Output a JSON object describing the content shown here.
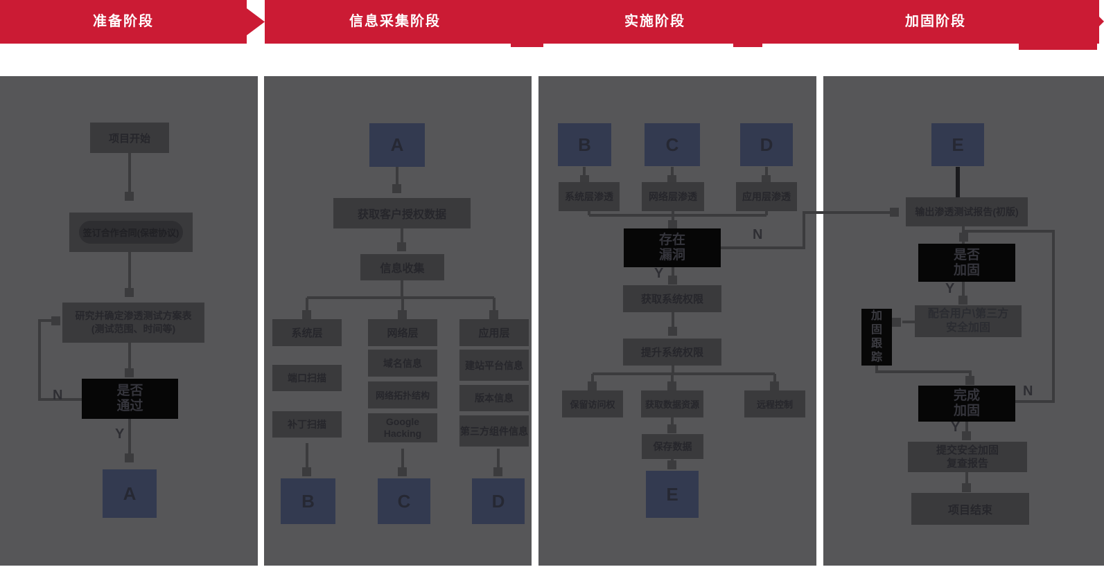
{
  "banner": {
    "phases": [
      "准备阶段",
      "信息采集阶段",
      "实施阶段",
      "加固阶段"
    ]
  },
  "labels": {
    "yes": "Y",
    "no": "N"
  },
  "connectors": {
    "a": "A",
    "b": "B",
    "c": "C",
    "d": "D",
    "e": "E"
  },
  "colors": {
    "banner_red": "#cb1b34",
    "column_bg": "#565658",
    "box_bg": "#3a3a3c",
    "decision_bg": "#060606",
    "connector_tag_bg": "#333a50",
    "wire": "#3b3b3d"
  },
  "col1": {
    "start": "项目开始",
    "contract": "签订合作合同(保密协议)",
    "plan": "研究并确定渗透测试方案表\n(测试范围、时间等)",
    "decision_pass": "是否\n通过"
  },
  "col2": {
    "auth": "获取客户授权数据",
    "collect": "信息收集",
    "branches": [
      {
        "title": "系统层",
        "items": [
          "端口扫描",
          "补丁扫描"
        ]
      },
      {
        "title": "网络层",
        "items": [
          "域名信息",
          "网络拓扑结构",
          "Google\nHacking"
        ]
      },
      {
        "title": "应用层",
        "items": [
          "建站平台信息",
          "版本信息",
          "第三方组件信息"
        ]
      }
    ]
  },
  "col3": {
    "tests": [
      "系统层渗透",
      "网络层渗透",
      "应用层渗透"
    ],
    "decision_vuln": "存在\n漏洞",
    "exploit": "获取系统权限",
    "escalate": "提升系统权限",
    "posts": [
      "保留访问权",
      "获取数据资源",
      "远程控制"
    ],
    "save": "保存数据"
  },
  "col4": {
    "report": "输出渗透测试报告(初版)",
    "decision_fix": "是否\n加固",
    "assist": "配合用户\\第三方\n安全加固",
    "track": "加\n固\n跟\n踪",
    "decision_done": "完成\n加固",
    "final_report": "提交安全加固\n复查报告",
    "end": "项目结束"
  }
}
